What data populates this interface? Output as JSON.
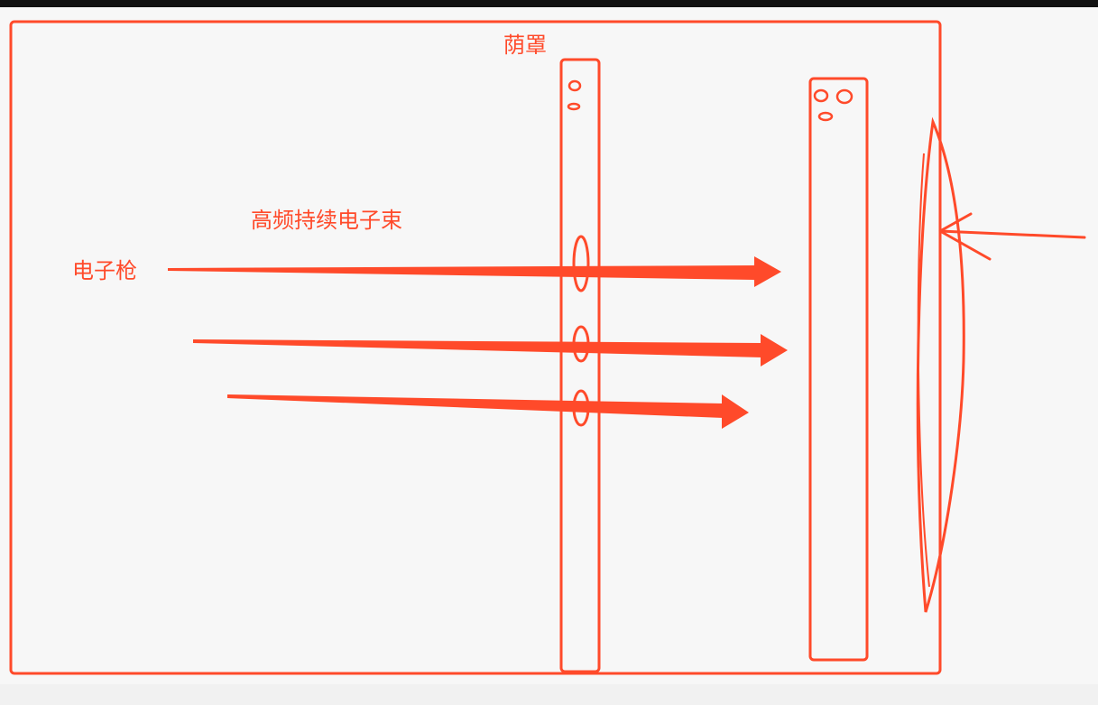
{
  "labels": {
    "shadow_mask": "荫罩",
    "beam": "高频持续电子束",
    "electron_gun": "电子枪"
  },
  "colors": {
    "stroke": "#ff4a2a",
    "background": "#f7f7f7"
  }
}
